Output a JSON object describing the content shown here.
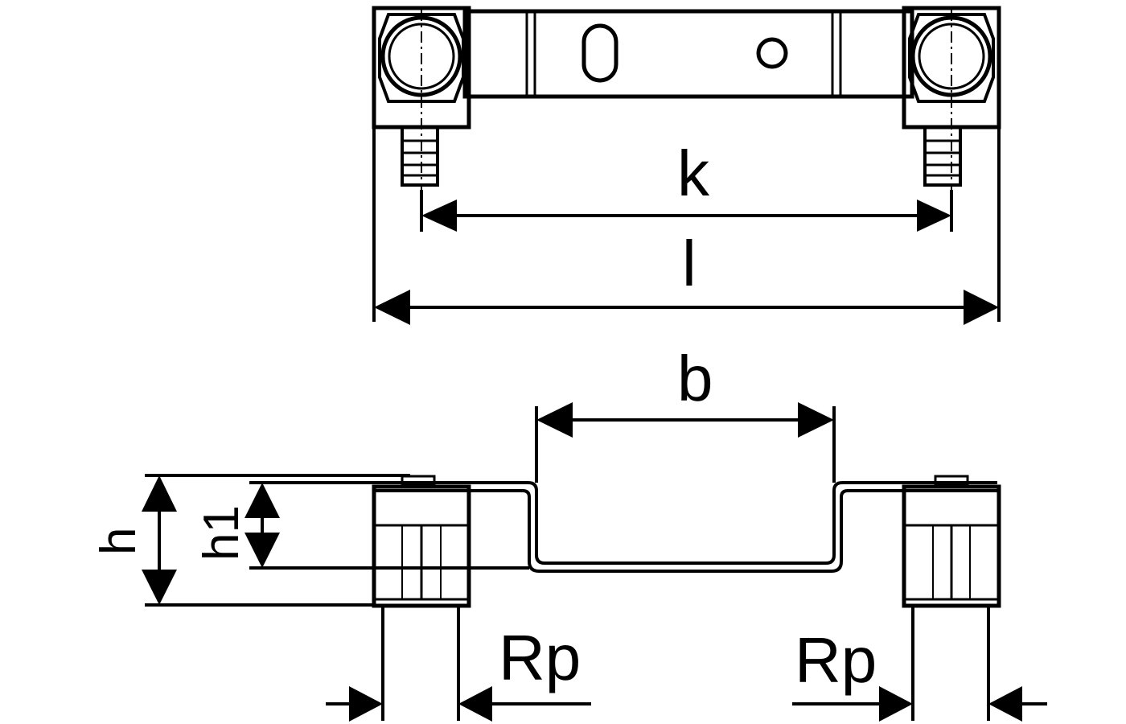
{
  "diagram": {
    "type": "technical-drawing",
    "line_color": "#000000",
    "background": "#ffffff",
    "top_view": {
      "dimensions": {
        "k": "k",
        "l": "l"
      }
    },
    "side_view": {
      "dimensions": {
        "b": "b",
        "h": "h",
        "h1": "h1",
        "rp_left": "Rp",
        "rp_right": "Rp"
      }
    }
  }
}
